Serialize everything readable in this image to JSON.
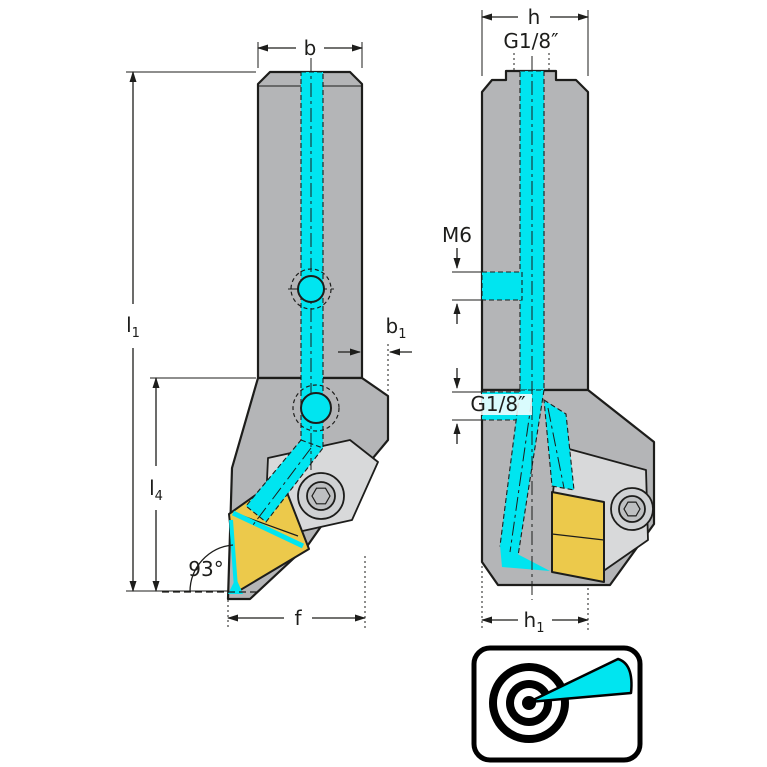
{
  "diagram": {
    "description": "Engineering drawing of a lathe toolholder with internal coolant channels, two orthographic views and a precision-coolant logo",
    "colors": {
      "coolant": "#00e5f0",
      "body": "#b4b5b7",
      "clamp": "#d8d9da",
      "insert": "#ecc94b",
      "line": "#1d1d1b"
    },
    "labels": {
      "b": "b",
      "h": "h",
      "g18_top": "G1/8″",
      "m6": "M6",
      "g18_side": "G1/8″",
      "angle": "93°",
      "f": "f",
      "l1_base": "l",
      "l1_sub": "1",
      "l4_base": "l",
      "l4_sub": "4",
      "b1_base": "b",
      "b1_sub": "1",
      "h1_base": "h",
      "h1_sub": "1"
    }
  }
}
